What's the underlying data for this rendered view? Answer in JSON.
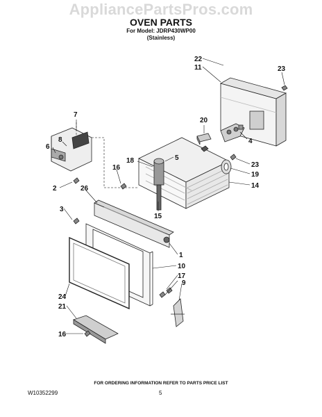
{
  "watermark": "AppliancePartsPros.com",
  "header": {
    "title": "OVEN PARTS",
    "model_line": "For Model: JDRP430WP00",
    "finish_line": "(Stainless)"
  },
  "callouts": [
    "22",
    "11",
    "23",
    "7",
    "20",
    "4",
    "6",
    "8",
    "5",
    "18",
    "23",
    "16",
    "19",
    "2",
    "26",
    "14",
    "3",
    "15",
    "1",
    "10",
    "17",
    "24",
    "9",
    "21",
    "16"
  ],
  "footer": {
    "ordering_note": "FOR ORDERING INFORMATION REFER TO PARTS PRICE LIST",
    "doc_number": "W10352299",
    "page_number": "5"
  }
}
